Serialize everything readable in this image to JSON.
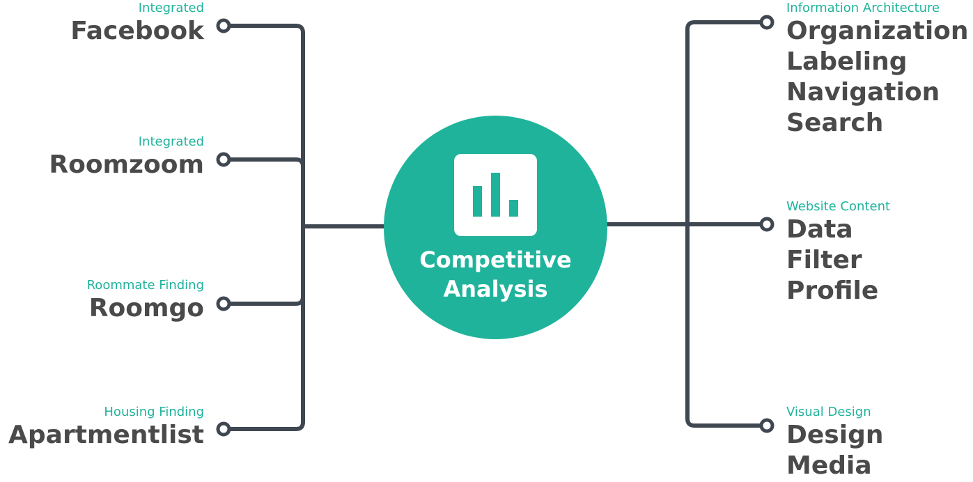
{
  "center": {
    "title_line1": "Competitive",
    "title_line2": "Analysis",
    "icon": "bar-chart-icon"
  },
  "left_branches": [
    {
      "category": "Integrated",
      "name": "Facebook"
    },
    {
      "category": "Integrated",
      "name": "Roomzoom"
    },
    {
      "category": "Roommate Finding",
      "name": "Roomgo"
    },
    {
      "category": "Housing Finding",
      "name": "Apartmentlist"
    }
  ],
  "right_branches": [
    {
      "category": "Information Architecture",
      "items": [
        "Organization",
        "Labeling",
        "Navigation",
        "Search"
      ]
    },
    {
      "category": "Website Content",
      "items": [
        "Data",
        "Filter",
        "Profile"
      ]
    },
    {
      "category": "Visual Design",
      "items": [
        "Design",
        "Media"
      ]
    }
  ],
  "colors": {
    "accent": "#20b39b",
    "connector": "#3f4751",
    "text": "#4a4a4a"
  }
}
